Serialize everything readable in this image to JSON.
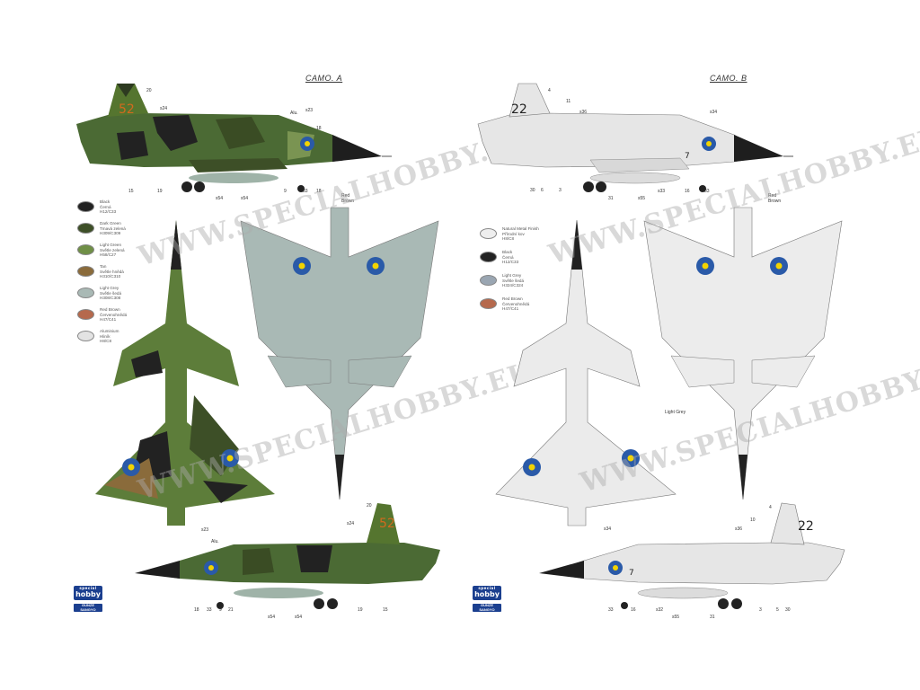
{
  "camo_a": {
    "title": "CAMO. A",
    "legend": [
      {
        "text": "Black\nČerná\nH12/C33",
        "color": "#222222"
      },
      {
        "text": "Dark Green\nTmavá zelená\nH309/C309",
        "color": "#3d4f27"
      },
      {
        "text": "Light Green\nSvětle zelená\nH58/C27",
        "color": "#6f8f46"
      },
      {
        "text": "Tan\nSvětle hnědá\nH310/C310",
        "color": "#8a6b3b"
      },
      {
        "text": "Light Grey\nSvětle šedá\nH308/C308",
        "color": "#a9b9b5"
      },
      {
        "text": "Red Brown\nČervenohnědá\nH47/C41",
        "color": "#b5694d"
      },
      {
        "text": "Aluminium\nHliník\nH8/C8",
        "color": "#e3e3e3"
      }
    ],
    "side_top_callouts": [
      "20",
      "s24",
      "Alu.",
      "s23",
      "18",
      "15",
      "19",
      "s54",
      "s54",
      "9",
      "33",
      "18"
    ],
    "underside_note": "Red\nBrown",
    "side_bottom_callouts": [
      "20",
      "s23",
      "Alu.",
      "s24",
      "18",
      "33",
      "9",
      "21",
      "s54",
      "s54",
      "19",
      "15"
    ],
    "tail_code": "52"
  },
  "camo_b": {
    "title": "CAMO. B",
    "legend": [
      {
        "text": "Natural Metal Finish\nPřírodní kov\nH8/C8",
        "color": "#eeeeee"
      },
      {
        "text": "Black\nČerná\nH12/C33",
        "color": "#222222"
      },
      {
        "text": "Light Grey\nSvětle šedá\nH324/C324",
        "color": "#9aa6b2"
      },
      {
        "text": "Red Brown\nČervenohnědá\nH47/C41",
        "color": "#b5694d"
      }
    ],
    "side_top_callouts": [
      "4",
      "11",
      "s36",
      "s34",
      "30",
      "6",
      "3",
      "31",
      "s55",
      "s33",
      "16",
      "33"
    ],
    "underside_note": "Red\nBrown",
    "light_grey_note": "Light Grey",
    "side_bottom_callouts": [
      "4",
      "10",
      "s36",
      "s34",
      "33",
      "16",
      "s32",
      "s55",
      "31",
      "3",
      "5",
      "30"
    ],
    "tail_code": "22",
    "nose_code": "7"
  },
  "watermark": "WWW.SPECIALHOBBY.EU",
  "logos": {
    "brand_small": "special",
    "brand": "hobby",
    "partner": "GUNZE\nSANGYO"
  },
  "colors": {
    "black": "#222222",
    "dark_green": "#3d4f27",
    "light_green": "#6f8f46",
    "tan": "#8a6b3b",
    "light_grey": "#a9b9b5",
    "metal": "#e6e6e6",
    "roundel_blue": "#2a5aa8",
    "roundel_yellow": "#f2d300"
  }
}
